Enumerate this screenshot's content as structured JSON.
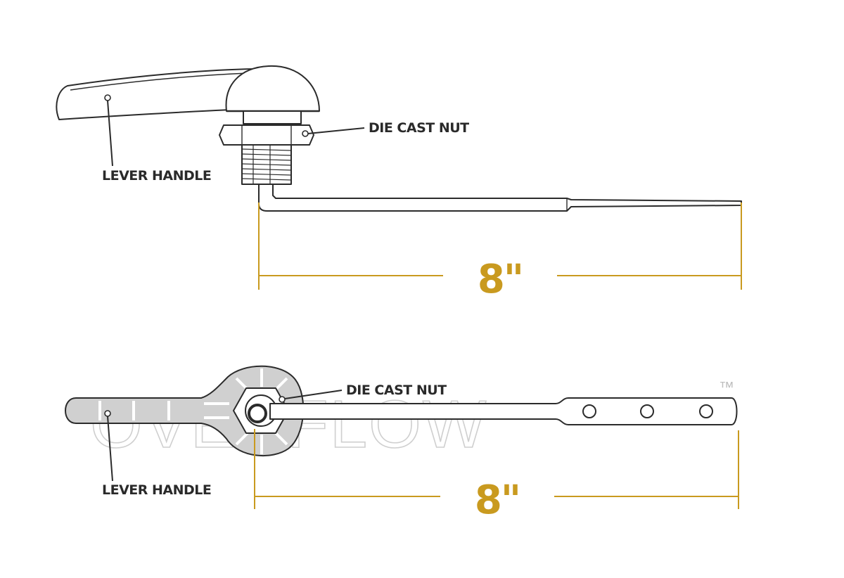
{
  "colors": {
    "outline": "#2b2b2b",
    "dimension": "#c99a1f",
    "handle_fill": "#d0d0d0",
    "watermark": "#cfcfcf"
  },
  "watermark": {
    "text": "OVERFLOW",
    "trademark": "™"
  },
  "side_view": {
    "lever_handle_label": "LEVER HANDLE",
    "die_cast_nut_label": "DIE CAST NUT",
    "dimension_label": "8\""
  },
  "top_view": {
    "lever_handle_label": "LEVER HANDLE",
    "die_cast_nut_label": "DIE CAST NUT",
    "dimension_label": "8\""
  }
}
